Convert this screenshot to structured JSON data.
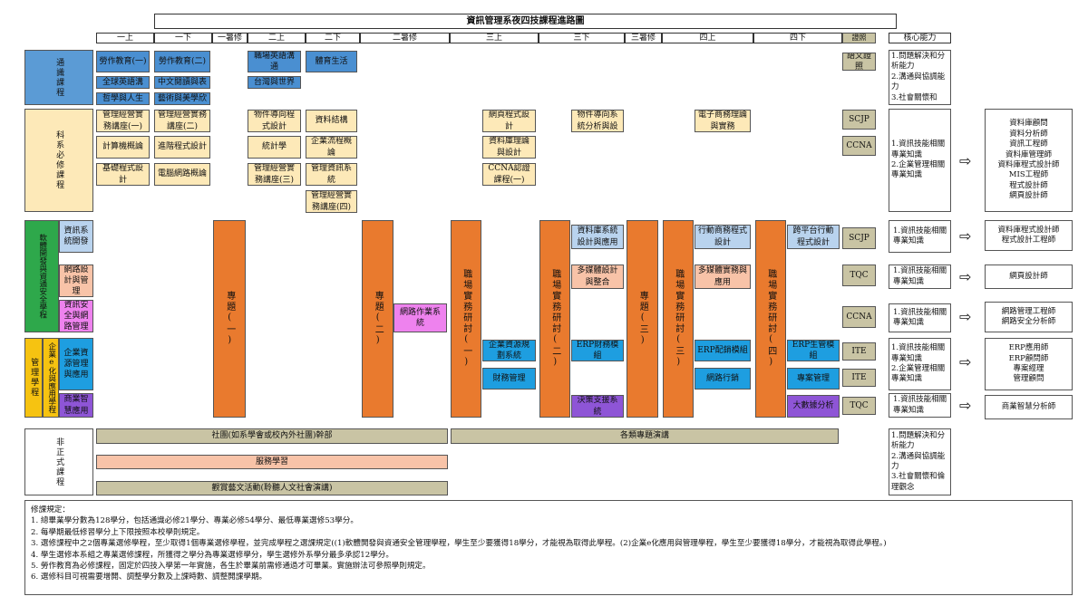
{
  "title": "資訊管理系夜四技課程進路圖",
  "semesters": [
    "一上",
    "一下",
    "一暑修",
    "二上",
    "二下",
    "二暑修",
    "三上",
    "三下",
    "三暑修",
    "四上",
    "四下"
  ],
  "license_header": "證照",
  "core_header": "核心能力",
  "general": {
    "label": "通識課程",
    "courses": [
      "勞作教育(一)",
      "勞作教育(二)",
      "職場英語溝通",
      "體育生活",
      "全球英語溝",
      "中文閱讀與表",
      "台灣與世界",
      "哲學與人生",
      "藝術與美學欣"
    ],
    "license": "語文證照",
    "core": [
      "1.問題解決和分析能力",
      "2.溝通與協調能力",
      "3.社會關懷和"
    ]
  },
  "required": {
    "label": "科系必修課程",
    "courses": [
      "管理經營實務講座(一)",
      "管理經營實務講座(二)",
      "物件導向程式設計",
      "資料結構",
      "網頁程式設計",
      "物件導向系統分析與設",
      "電子商務理論與實務",
      "計算機概論",
      "進階程式設計",
      "統計學",
      "企業流程概論",
      "資料庫理論與設計",
      "基礎程式設計",
      "電腦網路概論",
      "管理經營實務講座(三)",
      "管理資訊系統",
      "CCNA認證課程(一)",
      "管理經營實務講座(四)"
    ],
    "licenses": [
      "SCJP",
      "CCNA"
    ],
    "core": [
      "1.資訊技能相關專業知識",
      "2.企業管理相關專業知識"
    ],
    "careers": [
      "資料庫顧問",
      "資料分析師",
      "資訊工程師",
      "資料庫管理師",
      "資料庫程式設計師",
      "MIS工程師",
      "程式設計師",
      "網頁設計師"
    ]
  },
  "software": {
    "label": "軟體開發與資通安全學程",
    "sub": [
      "資訊系統開發",
      "網路設計與管理",
      "資訊安全與網路管理"
    ],
    "courses": [
      "資料庫系統設計與應用",
      "行動商務程式設計",
      "跨平台行動程式設計",
      "多媒體設計與整合",
      "多媒體實務與應用",
      "網路作業系統"
    ],
    "licenses": [
      "SCJP",
      "TQC",
      "CCNA"
    ],
    "core": [
      "1.資訊技能相關專業知識",
      "1.資訊技能相關專業知識",
      "1.資訊技能相關專業知識"
    ],
    "careers": [
      "資料庫程式設計師",
      "程式設計工程師",
      "網頁設計師",
      "網路管理工程師",
      "網路安全分析師"
    ]
  },
  "enterprise": {
    "label": "企業e化與應用學程",
    "label_left": "管理學程",
    "sub": [
      "企業資源管理與應用",
      "商業智慧應用"
    ],
    "courses": [
      "企業資源規劃系統",
      "財務管理",
      "ERP財務模組",
      "決策支援系統",
      "ERP配銷模組",
      "網路行銷",
      "ERP生管模組",
      "專案管理",
      "大數據分析"
    ],
    "licenses": [
      "ITE",
      "ITE",
      "TQC"
    ],
    "core": [
      "1.資訊技能相關專業知識",
      "2.企業管理相關專業知識",
      "1.資訊技能相關專業知識"
    ],
    "careers": [
      "ERP應用師",
      "ERP顧問師",
      "專案經理",
      "管理顧問",
      "商業智慧分析師"
    ]
  },
  "projects": [
    "專題(一)",
    "專題(二)",
    "專題(三)"
  ],
  "internships": [
    "職場實務研討(一)",
    "職場實務研討(二)",
    "職場實務研討(三)",
    "職場實務研討(四)"
  ],
  "informal": {
    "label": "非正式課程",
    "activities": [
      "社團(如系學會或校內外社團)幹部",
      "各類專題演講",
      "服務學習",
      "觀賞藝文活動(聆聽人文社會演講)"
    ],
    "core": [
      "1.問題解決和分析能力",
      "2.溝通與協調能力",
      "3.社會關懷和倫理觀念"
    ]
  },
  "notes": {
    "heading": "修課規定：",
    "items": [
      "1. 總畢業學分數為128學分，包括通識必修21學分、專業必修54學分、最低專業選修53學分。",
      "2. 每學期最低修習學分上下限按照本校學則規定。",
      "3. 選修課程中之2個專業選修學程，至少取得1個專業選修學程，並完成學程之選課規定((1)軟體開發與資通安全管理學程，學生至少要獲得18學分，才能視為取得此學程。(2)企業e化應用與管理學程，學生至少要獲得18學分，才能視為取得此學程。)",
      "4. 學生選修本系組之專業選修課程，所獲得之學分為專業選修學分，學生選修外系學分最多承認12學分。",
      "5. 勞作教育為必修課程，固定於四技入學第一年實施，各生於畢業前需修通過才可畢業。實施辦法可參照學則規定。",
      "6. 選修科目可視需要增開、調整學分數及上課時數、調整開課學期。"
    ]
  },
  "arrow": "⇨"
}
